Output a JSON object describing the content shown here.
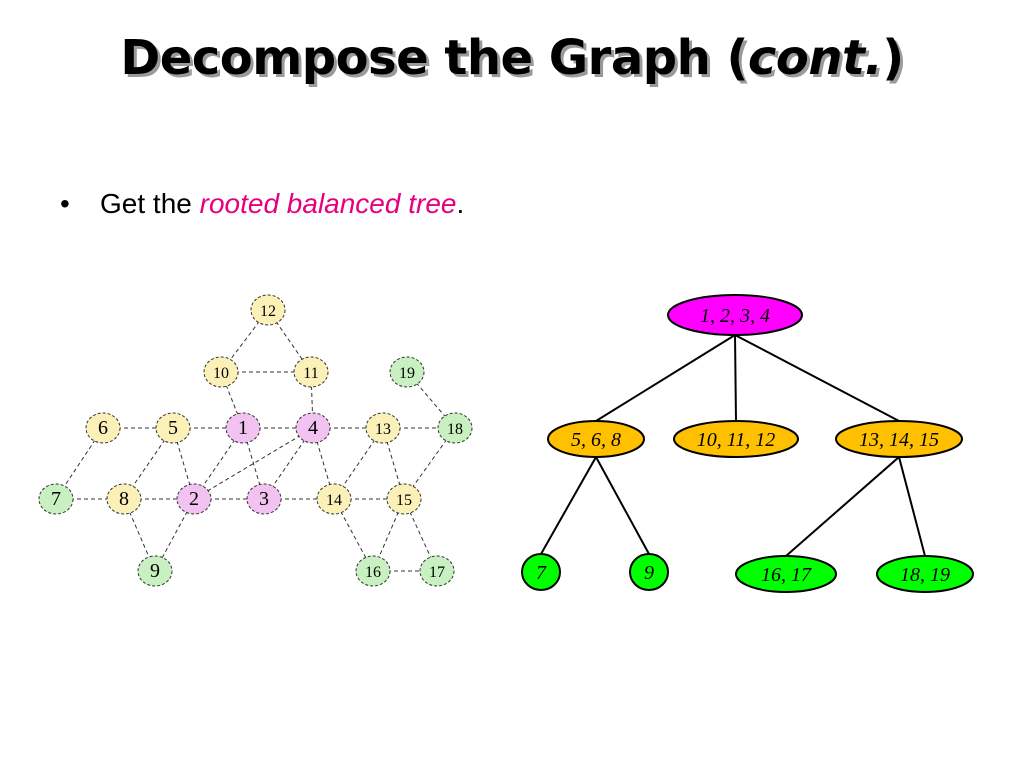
{
  "slide": {
    "title_main": "Decompose the Graph (",
    "title_italic": "cont.",
    "title_close": ")",
    "bullet_symbol": "•",
    "bullet_prefix": "Get the ",
    "bullet_emphasis": "rooted balanced tree",
    "bullet_suffix": "."
  },
  "colors": {
    "yellow_fill": "#fbf1b8",
    "pink_fill": "#f2c2f0",
    "green_fill": "#c8f0c0",
    "tree_root": "#ff00ff",
    "tree_level1": "#ffc000",
    "tree_leaf": "#00ff00",
    "emphasis": "#e6007e"
  },
  "graph": {
    "nodes": [
      {
        "id": "12",
        "label": "12",
        "color": "yellow"
      },
      {
        "id": "10",
        "label": "10",
        "color": "yellow"
      },
      {
        "id": "11",
        "label": "11",
        "color": "yellow"
      },
      {
        "id": "19",
        "label": "19",
        "color": "green"
      },
      {
        "id": "6",
        "label": "6",
        "color": "yellow"
      },
      {
        "id": "5",
        "label": "5",
        "color": "yellow"
      },
      {
        "id": "1",
        "label": "1",
        "color": "pink"
      },
      {
        "id": "4",
        "label": "4",
        "color": "pink"
      },
      {
        "id": "13",
        "label": "13",
        "color": "yellow"
      },
      {
        "id": "18",
        "label": "18",
        "color": "green"
      },
      {
        "id": "7",
        "label": "7",
        "color": "green"
      },
      {
        "id": "8",
        "label": "8",
        "color": "yellow"
      },
      {
        "id": "2",
        "label": "2",
        "color": "pink"
      },
      {
        "id": "3",
        "label": "3",
        "color": "pink"
      },
      {
        "id": "14",
        "label": "14",
        "color": "yellow"
      },
      {
        "id": "15",
        "label": "15",
        "color": "yellow"
      },
      {
        "id": "9",
        "label": "9",
        "color": "green"
      },
      {
        "id": "16",
        "label": "16",
        "color": "green"
      },
      {
        "id": "17",
        "label": "17",
        "color": "green"
      }
    ],
    "edges": [
      [
        "12",
        "10"
      ],
      [
        "12",
        "11"
      ],
      [
        "10",
        "11"
      ],
      [
        "10",
        "1"
      ],
      [
        "11",
        "4"
      ],
      [
        "6",
        "5"
      ],
      [
        "5",
        "1"
      ],
      [
        "1",
        "4"
      ],
      [
        "4",
        "13"
      ],
      [
        "13",
        "18"
      ],
      [
        "19",
        "18"
      ],
      [
        "6",
        "7"
      ],
      [
        "5",
        "8"
      ],
      [
        "5",
        "2"
      ],
      [
        "1",
        "2"
      ],
      [
        "1",
        "3"
      ],
      [
        "4",
        "2"
      ],
      [
        "4",
        "3"
      ],
      [
        "4",
        "14"
      ],
      [
        "7",
        "8"
      ],
      [
        "8",
        "2"
      ],
      [
        "2",
        "3"
      ],
      [
        "3",
        "14"
      ],
      [
        "14",
        "15"
      ],
      [
        "13",
        "14"
      ],
      [
        "13",
        "15"
      ],
      [
        "18",
        "15"
      ],
      [
        "8",
        "9"
      ],
      [
        "2",
        "9"
      ],
      [
        "14",
        "16"
      ],
      [
        "15",
        "16"
      ],
      [
        "15",
        "17"
      ],
      [
        "16",
        "17"
      ]
    ]
  },
  "tree": {
    "nodes": [
      {
        "id": "root",
        "label": "1, 2, 3, 4",
        "color": "root"
      },
      {
        "id": "a",
        "label": "5, 6, 8",
        "color": "level1"
      },
      {
        "id": "b",
        "label": "10, 11, 12",
        "color": "level1"
      },
      {
        "id": "c",
        "label": "13, 14, 15",
        "color": "level1"
      },
      {
        "id": "l7",
        "label": "7",
        "color": "leaf"
      },
      {
        "id": "l9",
        "label": "9",
        "color": "leaf"
      },
      {
        "id": "l16",
        "label": "16, 17",
        "color": "leaf"
      },
      {
        "id": "l18",
        "label": "18, 19",
        "color": "leaf"
      }
    ],
    "edges": [
      [
        "root",
        "a"
      ],
      [
        "root",
        "b"
      ],
      [
        "root",
        "c"
      ],
      [
        "a",
        "l7"
      ],
      [
        "a",
        "l9"
      ],
      [
        "c",
        "l16"
      ],
      [
        "c",
        "l18"
      ]
    ]
  }
}
